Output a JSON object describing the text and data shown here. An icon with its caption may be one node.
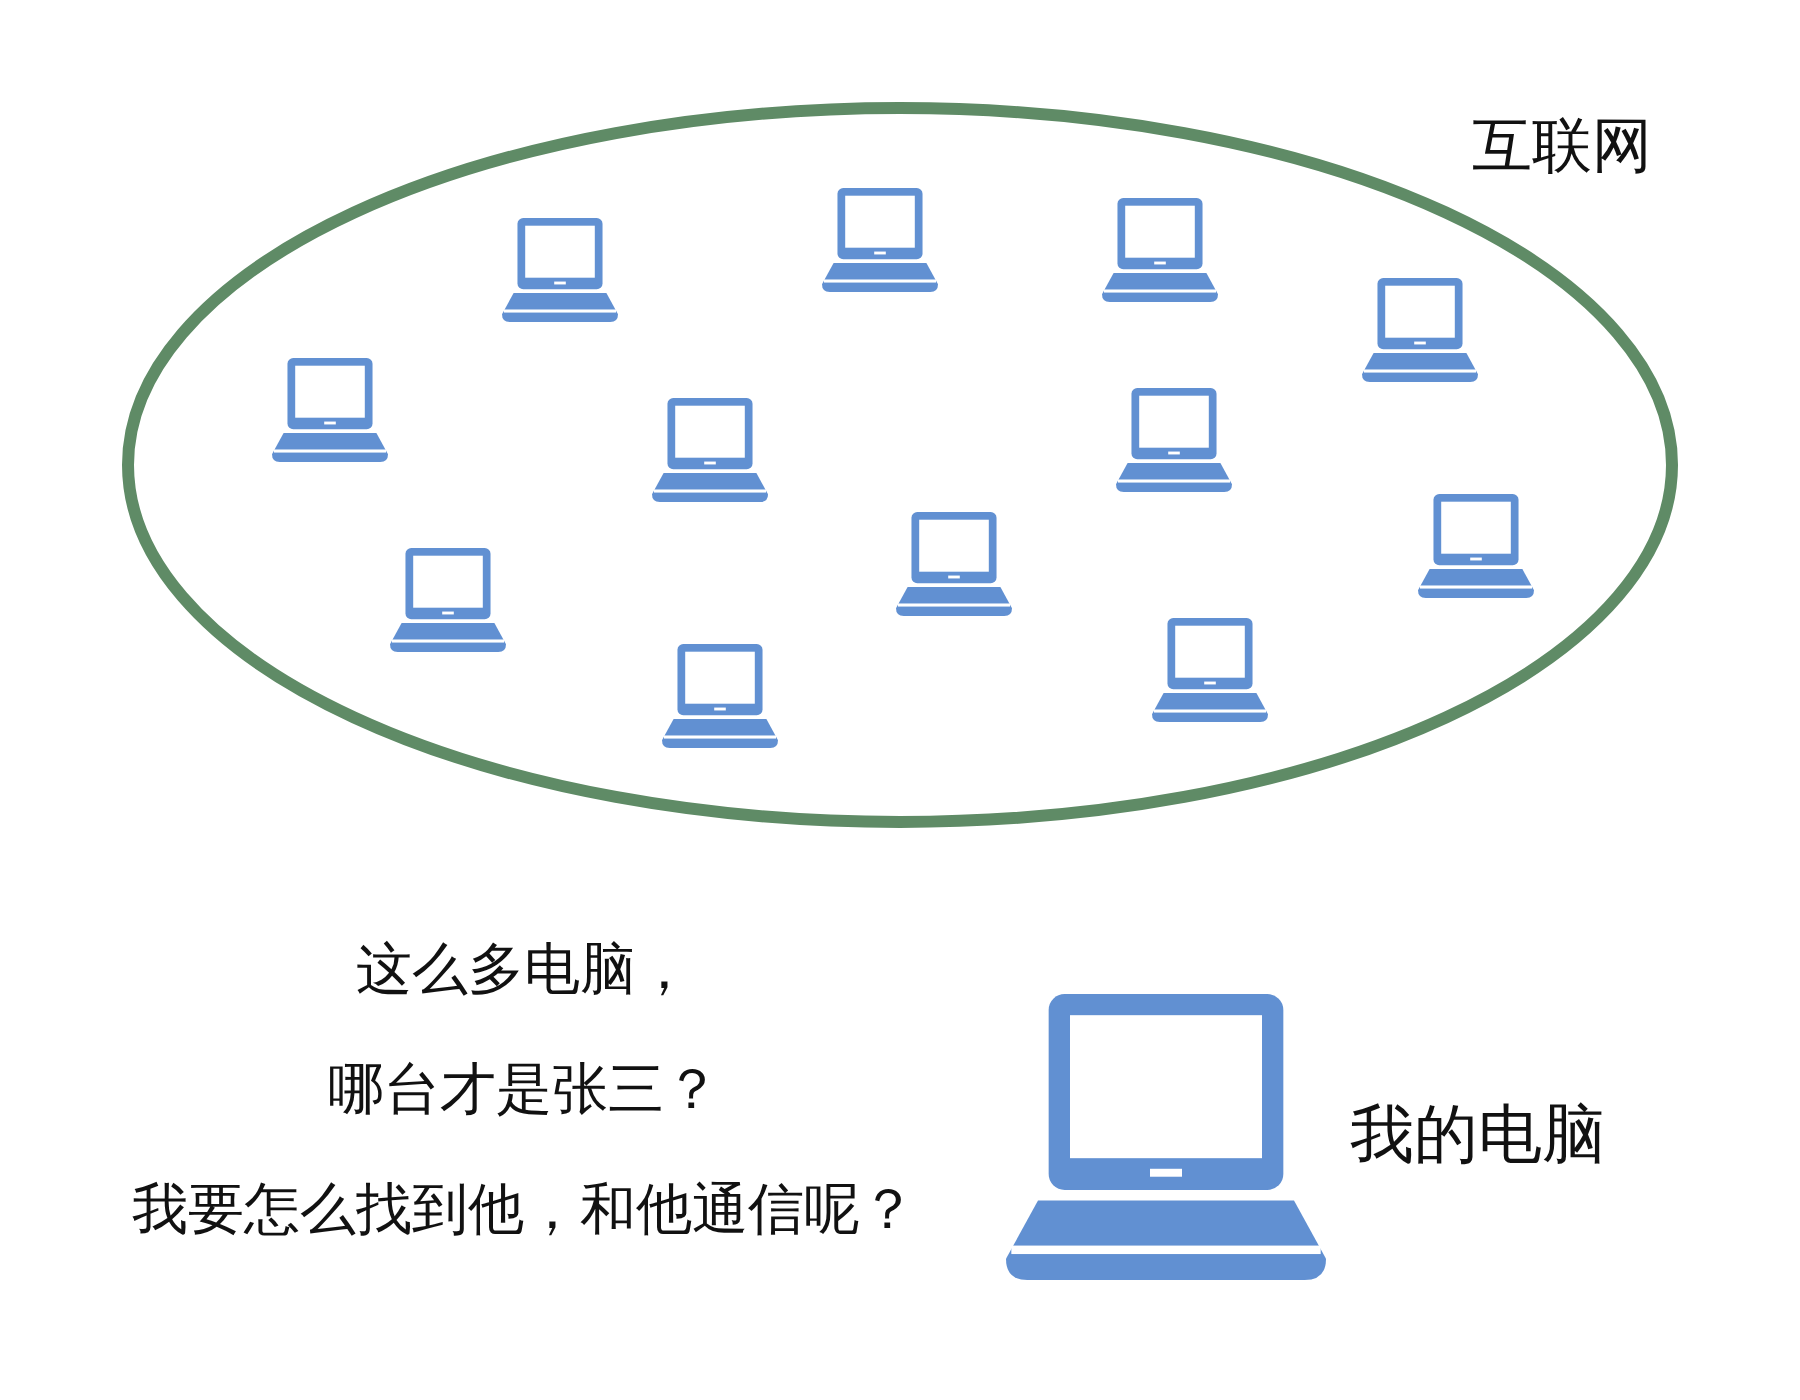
{
  "diagram": {
    "nodes": [
      {
        "text": [
          "互联网"
        ]
      },
      {
        "text": [],
        "shape": "picture",
        "in": 0
      },
      {
        "text": [],
        "shape": "picture",
        "in": 0
      },
      {
        "text": [],
        "shape": "picture",
        "in": 0
      },
      {
        "text": [],
        "shape": "picture",
        "in": 0
      },
      {
        "text": [],
        "shape": "picture",
        "in": 0
      },
      {
        "text": [],
        "shape": "picture",
        "in": 0
      },
      {
        "text": [],
        "shape": "picture",
        "in": 0
      },
      {
        "text": [],
        "shape": "picture",
        "in": 0
      },
      {
        "text": [],
        "shape": "picture",
        "in": 0
      },
      {
        "text": [],
        "shape": "picture",
        "in": 0
      },
      {
        "text": [],
        "shape": "picture",
        "in": 0
      },
      {
        "text": [],
        "shape": "picture",
        "in": 0
      },
      {
        "text": [],
        "shape": "picture",
        "beside": [
          "我的电脑"
        ]
      }
    ],
    "edges": [],
    "labels": [
      "这么多电脑，",
      "哪台才是张三？",
      "我要怎么找到他，和他通信呢？"
    ]
  }
}
